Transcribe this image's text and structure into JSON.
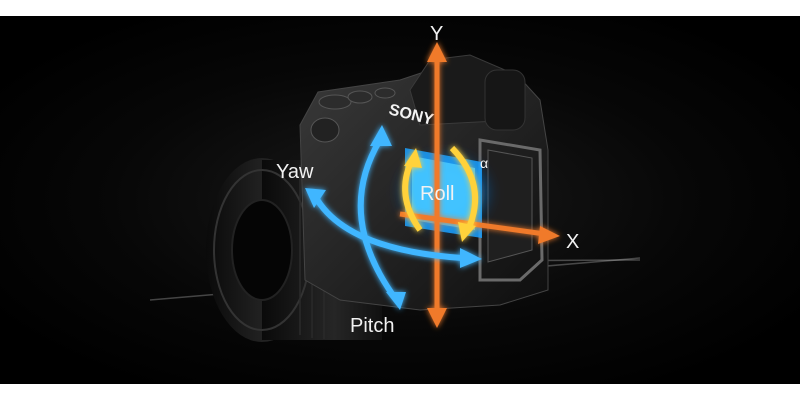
{
  "labels": {
    "y_axis": "Y",
    "x_axis": "X",
    "yaw": "Yaw",
    "roll": "Roll",
    "pitch": "Pitch",
    "brand": "SONY",
    "alpha": "α"
  },
  "colors": {
    "background": "#000000",
    "y_axis_arrow": "#f07a2a",
    "x_axis_arrow": "#f07a2a",
    "yaw_arrow": "#3fb6ff",
    "pitch_arrow": "#3fb6ff",
    "roll_arrow": "#ffd23a",
    "sensor_glow": "#22aaff"
  }
}
